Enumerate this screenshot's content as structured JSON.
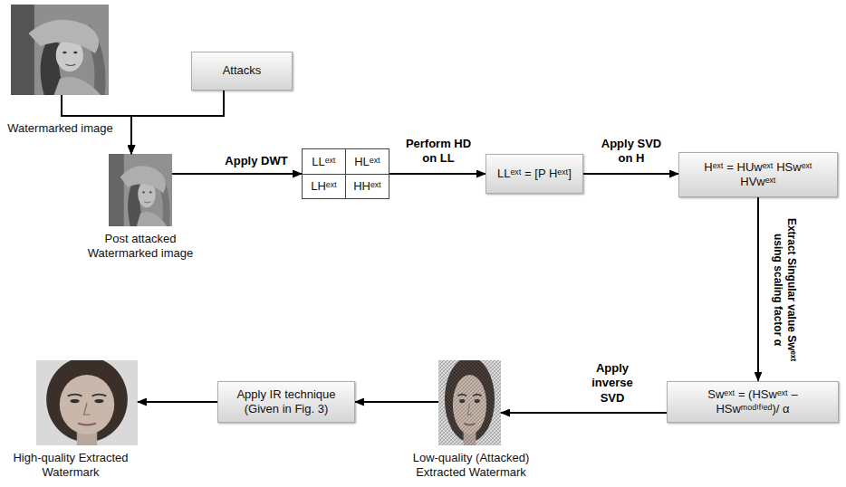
{
  "diagram": {
    "nodes": [
      {
        "text": [
          "Watermarked image"
        ]
      },
      {
        "text": [
          "Attacks"
        ]
      },
      {
        "text": [
          "Post attacked Watermarked image"
        ]
      },
      {
        "text": [
          "LLᵉˣᵗ",
          "HLᵉˣᵗ",
          "LHᵉˣᵗ",
          "HHᵉˣᵗ"
        ]
      },
      {
        "text": [
          "LLᵉˣᵗ = [P Hᵉˣᵗ]"
        ]
      },
      {
        "text": [
          "Hᵉˣᵗ = HUwᵉˣᵗ HSwᵉˣᵗ HVwᵉˣᵗ"
        ]
      },
      {
        "text": [
          "Swᵉˣᵗ = (HSwᵉˣᵗ – HSwᵐᵒᵈⁱᶠⁱᵉᵈ)/ α"
        ]
      },
      {
        "text": [
          "Low-quality (Attacked) Extracted Watermark"
        ]
      },
      {
        "text": [
          "Apply IR technique (Given in Fig. 3)"
        ]
      },
      {
        "text": [
          "High-quality Extracted Watermark"
        ]
      }
    ],
    "edges": [
      {
        "from": 0,
        "to": 2,
        "arrow": "to"
      },
      {
        "from": 1,
        "to": 2,
        "arrow": "to"
      },
      {
        "from": 2,
        "to": 3,
        "label": "Apply DWT",
        "arrow": "to"
      },
      {
        "from": 3,
        "to": 4,
        "label": "Perform HD on LL",
        "arrow": "to"
      },
      {
        "from": 4,
        "to": 5,
        "label": "Apply SVD on H",
        "arrow": "to"
      },
      {
        "from": 5,
        "to": 6,
        "label": "Extract Singular value Swᵉˣᵗ using scaling factor α",
        "arrow": "to"
      },
      {
        "from": 6,
        "to": 7,
        "label": "Apply inverse SVD",
        "arrow": "to"
      },
      {
        "from": 7,
        "to": 8,
        "arrow": "to"
      },
      {
        "from": 8,
        "to": 9,
        "arrow": "to"
      }
    ]
  }
}
